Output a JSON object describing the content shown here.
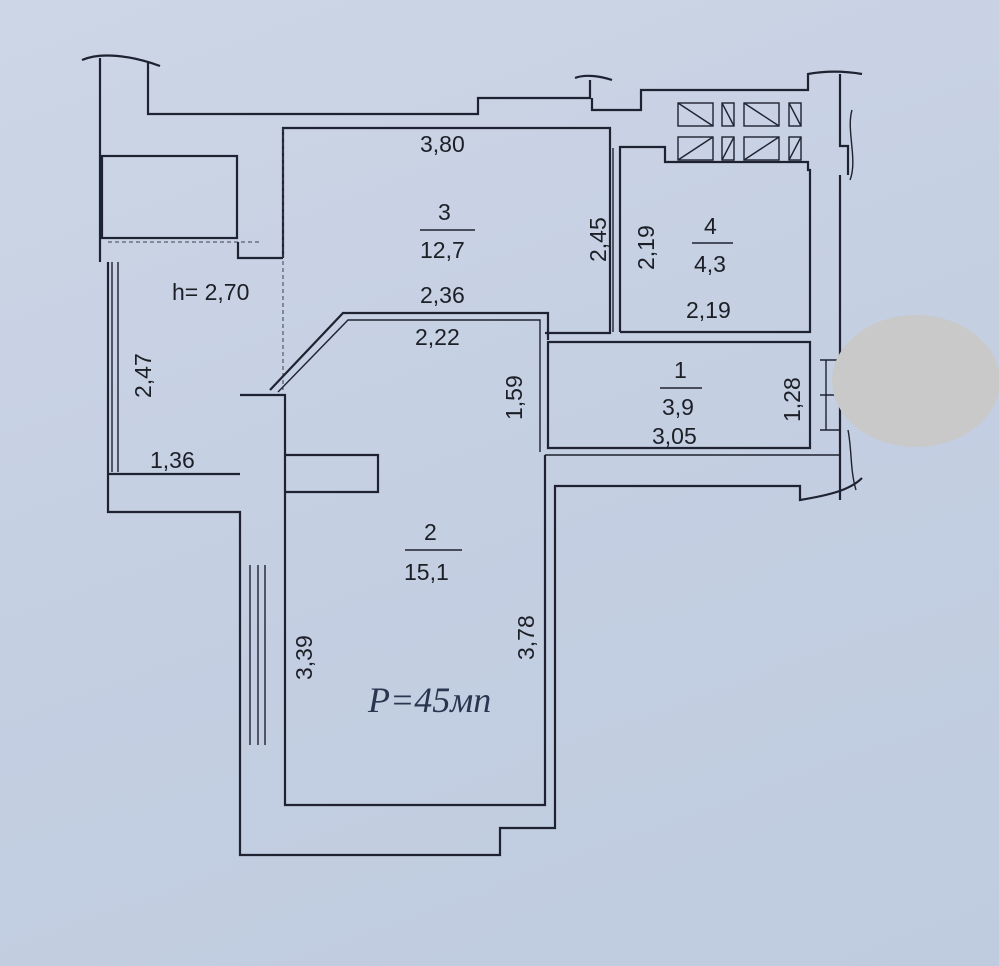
{
  "ceiling_height": "h= 2,70",
  "rooms": [
    {
      "number": "1",
      "area": "3,9"
    },
    {
      "number": "2",
      "area": "15,1"
    },
    {
      "number": "3",
      "area": "12,7"
    },
    {
      "number": "4",
      "area": "4,3"
    }
  ],
  "dimensions": {
    "room3_top": "3,80",
    "room3_bottom": "2,36",
    "room3_side": "2,45",
    "room2_top": "2,22",
    "room2_right": "3,78",
    "room2_left": "3,39",
    "room4_side": "2,19",
    "room4_bottom": "2,19",
    "room1_left": "1,59",
    "room1_right": "1,28",
    "room1_bottom": "3,05",
    "balcony_side": "2,47",
    "balcony_bottom": "1,36"
  },
  "handwritten_note": "Р=45мп",
  "colors": {
    "paper": "#c9d3e4",
    "ink": "#1f2230",
    "redaction": "#c9c9c9"
  }
}
